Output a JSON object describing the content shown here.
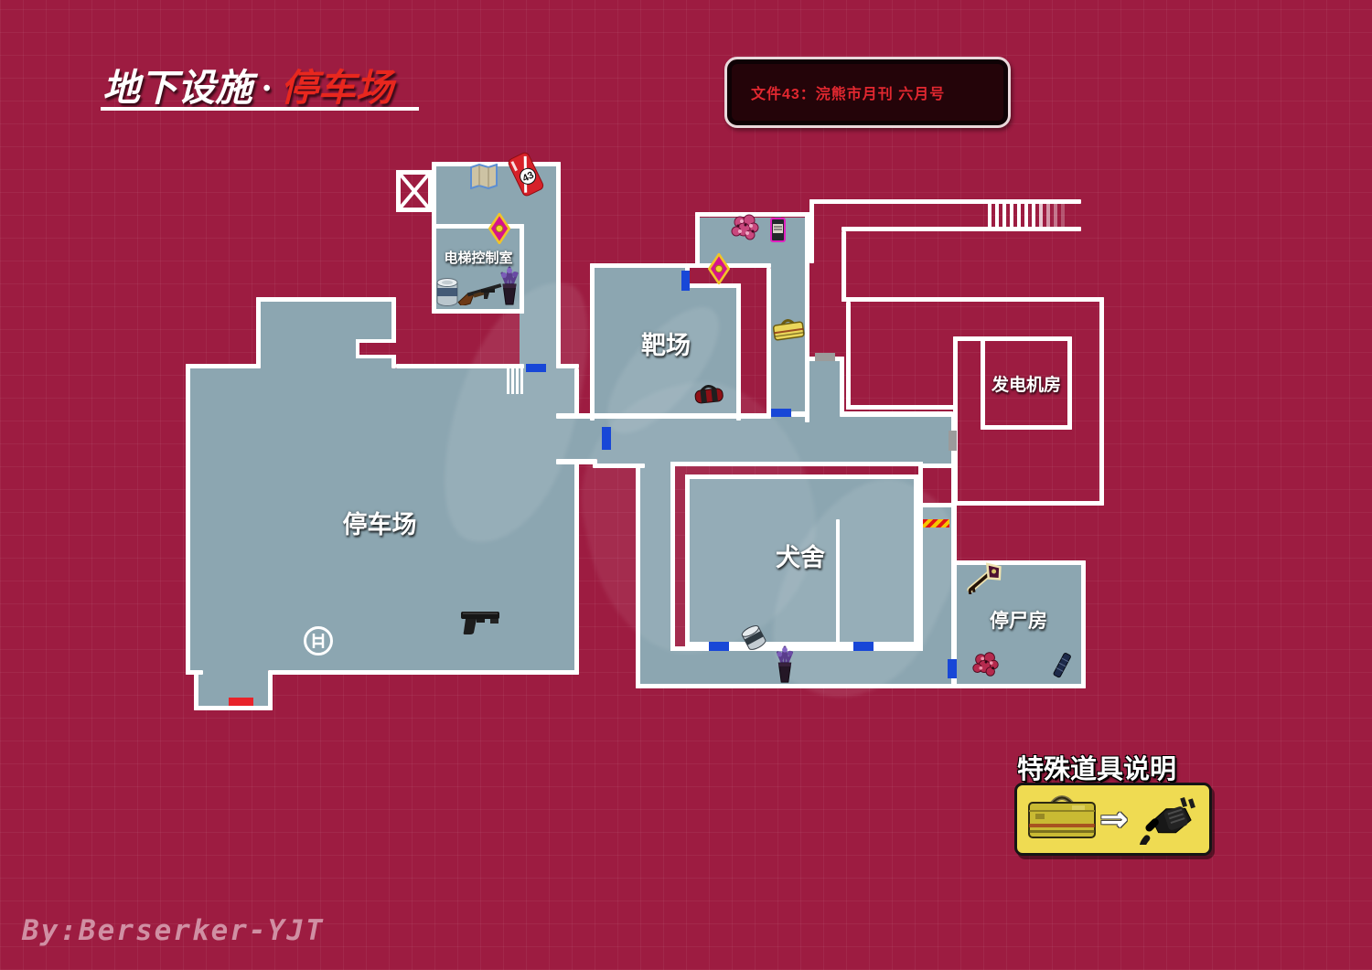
{
  "title": {
    "prefix": "地下设施",
    "separator": " · ",
    "highlight": "停车场"
  },
  "banner": {
    "text": "文件43：浣熊市月刊 六月号"
  },
  "rooms": {
    "elevator_control": "电梯控制室",
    "shooting_range": "靶场",
    "parking": "停车场",
    "kennel": "犬舍",
    "generator": "发电机房",
    "morgue": "停尸房"
  },
  "legend": {
    "heading": "特殊道具说明",
    "arrow": "⇒"
  },
  "credit": "By:Berserker-YJT",
  "file_marker": "43",
  "colors": {
    "background": "#9d1c41",
    "floor": "#8ca6b1",
    "wall": "#ffffff",
    "door_blue": "#1847d7",
    "door_red": "#e8232a",
    "door_gray": "#9b9b9b",
    "title_highlight": "#e8271e",
    "banner_text": "#e22830",
    "legend_box": "#efdb52"
  }
}
